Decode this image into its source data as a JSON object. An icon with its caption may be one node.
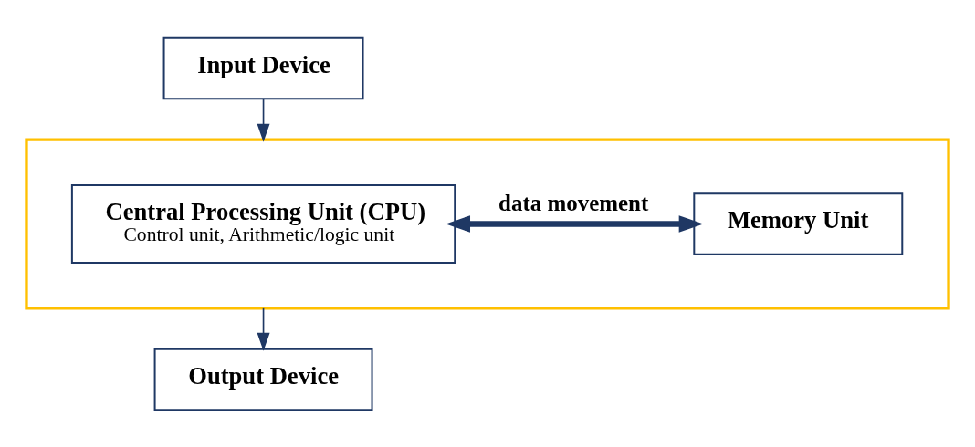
{
  "diagram": {
    "nodes": [
      {
        "text": [
          "Input Device"
        ]
      },
      {
        "text": [],
        "shape": "box"
      },
      {
        "text": [
          "Central Processing Unit (CPU)",
          "Control unit, Arithmetic/logic unit"
        ],
        "in": 1
      },
      {
        "text": [
          "Memory Unit"
        ],
        "in": 1
      },
      {
        "text": [
          "Output Device"
        ]
      }
    ],
    "edges": [
      {
        "from": 0,
        "to": 1,
        "arrow": "to"
      },
      {
        "from": 2,
        "to": 3,
        "arrow": "both",
        "label": "data movement",
        "style": "thick"
      },
      {
        "from": 1,
        "to": 4,
        "arrow": "to"
      }
    ]
  }
}
